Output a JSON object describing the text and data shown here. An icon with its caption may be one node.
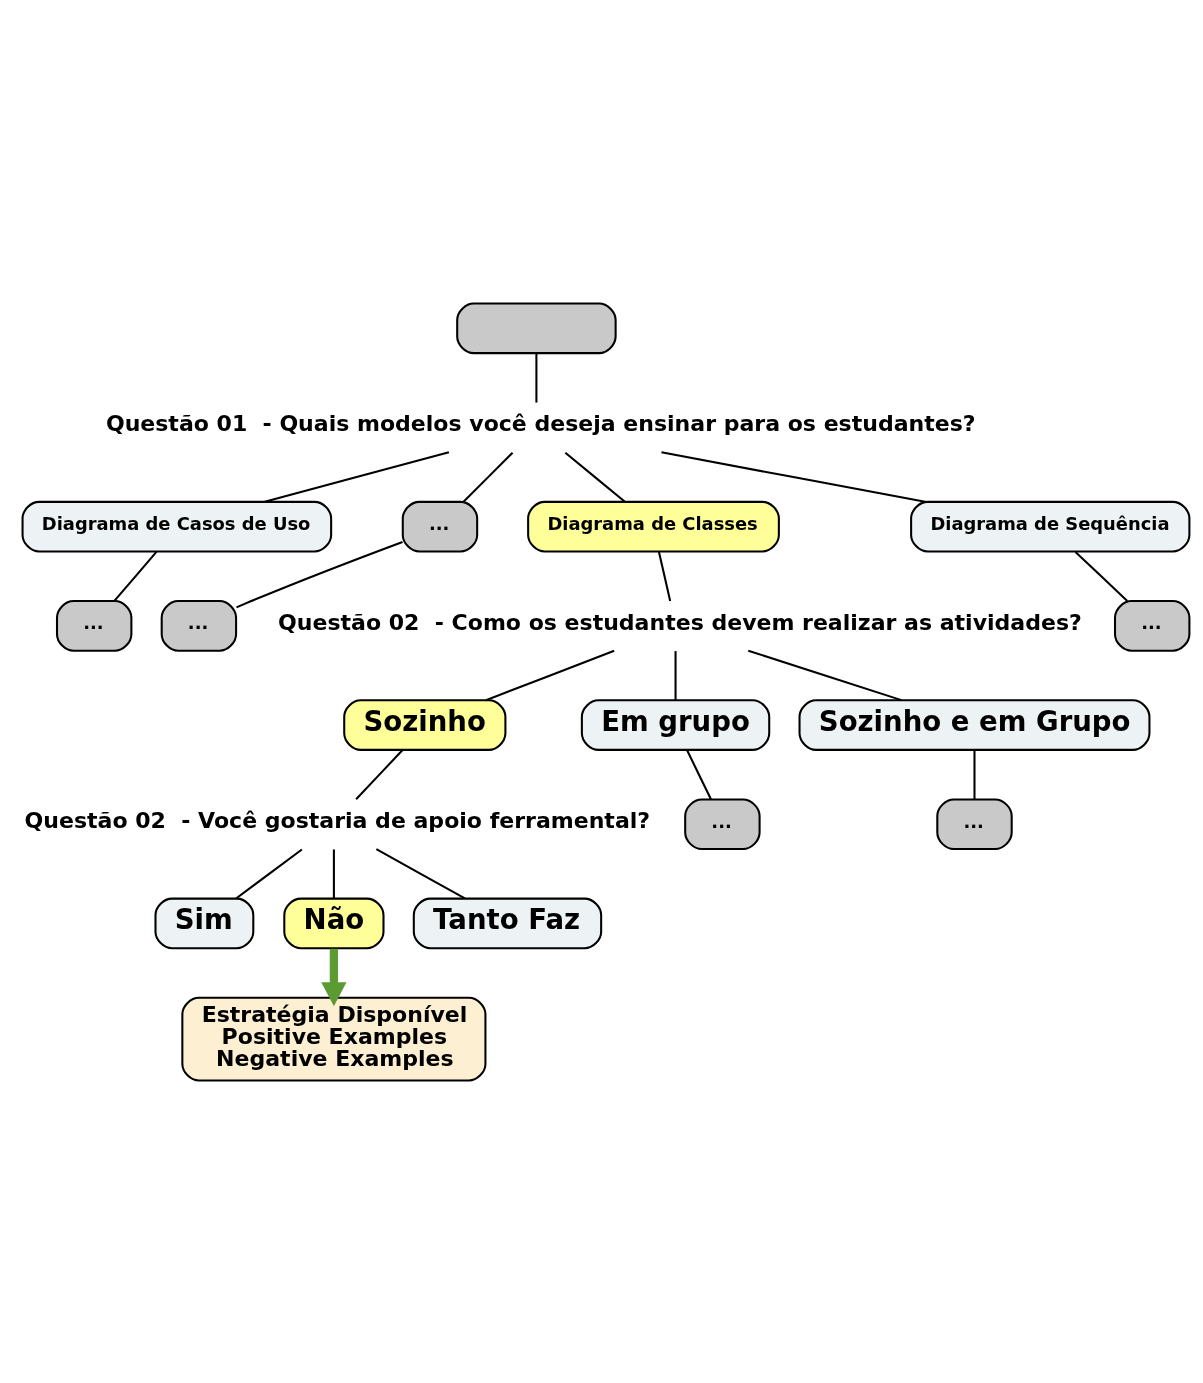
{
  "diagram": {
    "nodes": [
      {
        "text": [],
        "shape": "box"
      },
      {
        "text": [
          "Questão 01  - Quais modelos você deseja ensinar para os estudantes?"
        ]
      },
      {
        "text": [
          "Diagrama de Casos de Uso"
        ]
      },
      {
        "text": [
          "..."
        ]
      },
      {
        "text": [
          "Diagrama de Classes"
        ]
      },
      {
        "text": [
          "Diagrama de Sequência"
        ]
      },
      {
        "text": [
          "..."
        ]
      },
      {
        "text": [
          "..."
        ]
      },
      {
        "text": [
          "..."
        ]
      },
      {
        "text": [
          "Questão 02  - Como os estudantes devem realizar as atividades?"
        ]
      },
      {
        "text": [
          "Sozinho"
        ]
      },
      {
        "text": [
          "Em grupo"
        ]
      },
      {
        "text": [
          "Sozinho e em Grupo"
        ]
      },
      {
        "text": [
          "..."
        ]
      },
      {
        "text": [
          "..."
        ]
      },
      {
        "text": [
          "Questão 02  - Você gostaria de apoio ferramental?"
        ]
      },
      {
        "text": [
          "Sim"
        ]
      },
      {
        "text": [
          "Não"
        ]
      },
      {
        "text": [
          "Tanto Faz"
        ]
      },
      {
        "text": [
          "Estratégia Disponível",
          "Positive Examples",
          "Negative Examples"
        ]
      }
    ],
    "edges": [
      {
        "from": 0,
        "to": 1,
        "arrow": "none"
      },
      {
        "from": 1,
        "to": 2,
        "arrow": "none"
      },
      {
        "from": 1,
        "to": 3,
        "arrow": "none"
      },
      {
        "from": 1,
        "to": 4,
        "arrow": "none"
      },
      {
        "from": 1,
        "to": 5,
        "arrow": "none"
      },
      {
        "from": 2,
        "to": 6,
        "arrow": "none"
      },
      {
        "from": 3,
        "to": 7,
        "arrow": "none"
      },
      {
        "from": 5,
        "to": 8,
        "arrow": "none"
      },
      {
        "from": 4,
        "to": 9,
        "arrow": "none"
      },
      {
        "from": 9,
        "to": 10,
        "arrow": "none"
      },
      {
        "from": 9,
        "to": 11,
        "arrow": "none"
      },
      {
        "from": 9,
        "to": 12,
        "arrow": "none"
      },
      {
        "from": 11,
        "to": 13,
        "arrow": "none"
      },
      {
        "from": 12,
        "to": 14,
        "arrow": "none"
      },
      {
        "from": 10,
        "to": 15,
        "arrow": "none"
      },
      {
        "from": 15,
        "to": 16,
        "arrow": "none"
      },
      {
        "from": 15,
        "to": 17,
        "arrow": "none"
      },
      {
        "from": 15,
        "to": 18,
        "arrow": "none"
      },
      {
        "from": 17,
        "to": 19,
        "arrow": "to",
        "style": "thick",
        "color": "#5b9b32"
      }
    ]
  }
}
